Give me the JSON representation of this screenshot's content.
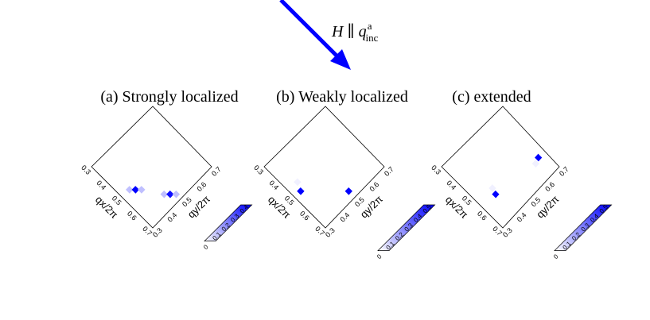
{
  "field_annotation": {
    "text_main": "H ∥ q",
    "sup": "a",
    "sub": "inc",
    "arrow_color": "#0000ff"
  },
  "colors": {
    "high": "#0000ff",
    "low": "#ffffff",
    "frame": "#000000"
  },
  "chart_data": [
    {
      "type": "heatmap",
      "title": "(a) Strongly localized",
      "xlabel": "qx/2π",
      "ylabel": "qy/2π",
      "x_ticks": [
        "0.3",
        "0.4",
        "0.5",
        "0.6",
        "0.7"
      ],
      "y_ticks": [
        "0.3",
        "0.4",
        "0.5",
        "0.6",
        "0.7"
      ],
      "xlim": [
        0.3,
        0.7
      ],
      "ylim": [
        0.3,
        0.7
      ],
      "colorbar": {
        "min": 0,
        "max": 0.4,
        "ticks": [
          "0",
          "0.1",
          "0.2",
          "0.3",
          "0.4"
        ]
      },
      "cells": [
        {
          "x": 0.63,
          "y": 0.45,
          "value": 0.1
        },
        {
          "x": 0.65,
          "y": 0.47,
          "value": 0.38
        },
        {
          "x": 0.67,
          "y": 0.49,
          "value": 0.1
        },
        {
          "x": 0.5,
          "y": 0.35,
          "value": 0.1
        },
        {
          "x": 0.52,
          "y": 0.37,
          "value": 0.4
        },
        {
          "x": 0.54,
          "y": 0.39,
          "value": 0.1
        }
      ]
    },
    {
      "type": "heatmap",
      "title": "(b) Weakly localized",
      "xlabel": "qx/2π",
      "ylabel": "qy/2π",
      "x_ticks": [
        "0.3",
        "0.4",
        "0.5",
        "0.6",
        "0.7"
      ],
      "y_ticks": [
        "0.3",
        "0.4",
        "0.5",
        "0.6",
        "0.7"
      ],
      "xlim": [
        0.3,
        0.7
      ],
      "ylim": [
        0.3,
        0.7
      ],
      "colorbar": {
        "min": 0,
        "max": 0.5,
        "ticks": [
          "0",
          "0.1",
          "0.2",
          "0.3",
          "0.4",
          "0.5"
        ]
      },
      "cells": [
        {
          "x": 0.66,
          "y": 0.5,
          "value": 0.55
        },
        {
          "x": 0.5,
          "y": 0.34,
          "value": 0.55
        },
        {
          "x": 0.46,
          "y": 0.36,
          "value": 0.03
        }
      ]
    },
    {
      "type": "heatmap",
      "title": "(c) extended",
      "xlabel": "qx/2π",
      "ylabel": "qy/2π",
      "x_ticks": [
        "0.3",
        "0.4",
        "0.5",
        "0.6",
        "0.7"
      ],
      "y_ticks": [
        "0.3",
        "0.4",
        "0.5",
        "0.6",
        "0.7"
      ],
      "xlim": [
        0.3,
        0.7
      ],
      "ylim": [
        0.3,
        0.7
      ],
      "colorbar": {
        "min": 0,
        "max": 0.5,
        "ticks": [
          "0",
          "0.1",
          "0.2",
          "0.3",
          "0.4",
          "0.5"
        ]
      },
      "cells": [
        {
          "x": 0.6,
          "y": 0.66,
          "value": 0.55
        },
        {
          "x": 0.61,
          "y": 0.63,
          "value": 0.03
        },
        {
          "x": 0.57,
          "y": 0.39,
          "value": 0.55
        },
        {
          "x": 0.54,
          "y": 0.4,
          "value": 0.03
        }
      ]
    }
  ]
}
